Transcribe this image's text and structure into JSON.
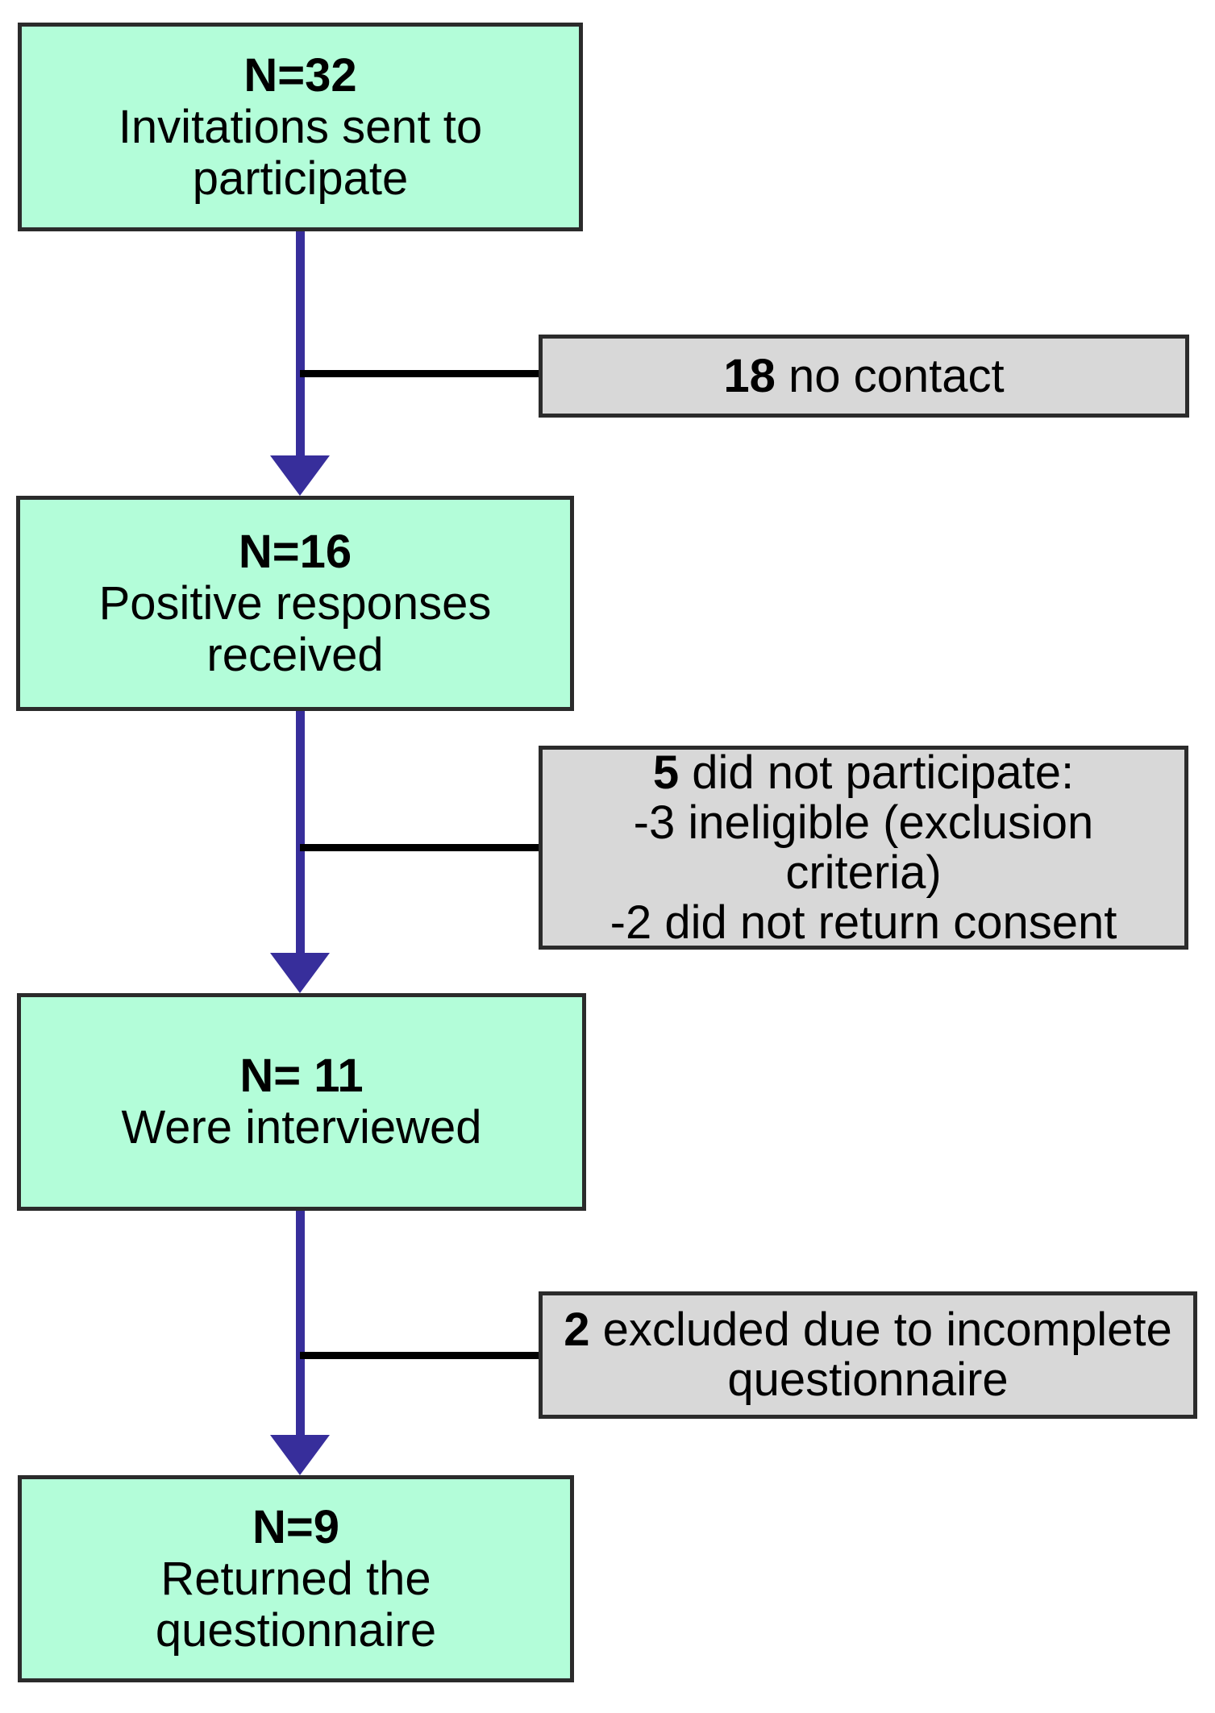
{
  "flow": {
    "stages": [
      {
        "count": "N=32",
        "lines": [
          "Invitations sent to",
          "participate"
        ]
      },
      {
        "count": "N=16",
        "lines": [
          "Positive responses",
          "received"
        ]
      },
      {
        "count": "N= 11",
        "lines": [
          "Were interviewed"
        ]
      },
      {
        "count": "N=9",
        "lines": [
          "Returned the",
          "questionnaire"
        ]
      }
    ],
    "exclusions": [
      {
        "num": "18",
        "text": " no contact",
        "lines": []
      },
      {
        "num": "5",
        "text": " did not participate:",
        "lines": [
          "-3 ineligible (exclusion",
          "criteria)",
          "-2 did not return consent"
        ]
      },
      {
        "num": "2",
        "text": " excluded due to incomplete",
        "lines": [
          "questionnaire"
        ]
      }
    ]
  },
  "colors": {
    "stage_fill": "#B3FDD9",
    "exclusion_fill": "#D8D8D8",
    "box_border": "#2B2B2B",
    "arrow": "#372E9B",
    "connector": "#000000"
  }
}
